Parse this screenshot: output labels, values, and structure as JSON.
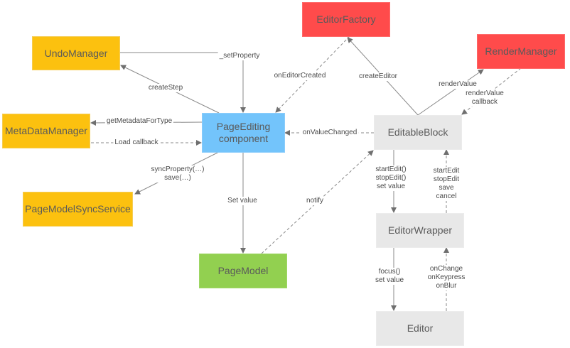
{
  "diagram": {
    "colors": {
      "service": "#fcc10f",
      "component": "#73c4fb",
      "model": "#92d050",
      "external": "#ff4b4b",
      "block": "#e8e8e8",
      "edge": "#7f7f7f"
    },
    "nodes": {
      "undo_manager": "UndoManager",
      "metadata_manager": "MetaDataManager",
      "page_model_sync_service": "PageModelSyncService",
      "page_editing_component": "PageEditing\ncomponent",
      "page_model": "PageModel",
      "editor_factory": "EditorFactory",
      "render_manager": "RenderManager",
      "editable_block": "EditableBlock",
      "editor_wrapper": "EditorWrapper",
      "editor": "Editor"
    },
    "edges": {
      "set_property": "_setProperty",
      "create_step": "createStep",
      "get_metadata_for_type": "getMetadataForType",
      "load_callback": "Load callback",
      "sync_property_save": "syncProperty(…)\nsave(…)",
      "set_value": "Set value",
      "on_editor_created": "onEditorCreated",
      "create_editor": "createEditor",
      "render_value": "renderValue",
      "render_value_callback": "renderValue\ncallback",
      "on_value_changed": "onValueChanged",
      "notify": "notify",
      "start_stop_edit_set_value": "startEdit()\nstopEdit()\nset value",
      "start_stop_save_cancel": "startEdit\nstopEdit\nsave\ncancel",
      "focus_set_value": "focus()\nset value",
      "on_change_keypress_blur": "onChange\nonKeypress\nonBlur"
    }
  }
}
